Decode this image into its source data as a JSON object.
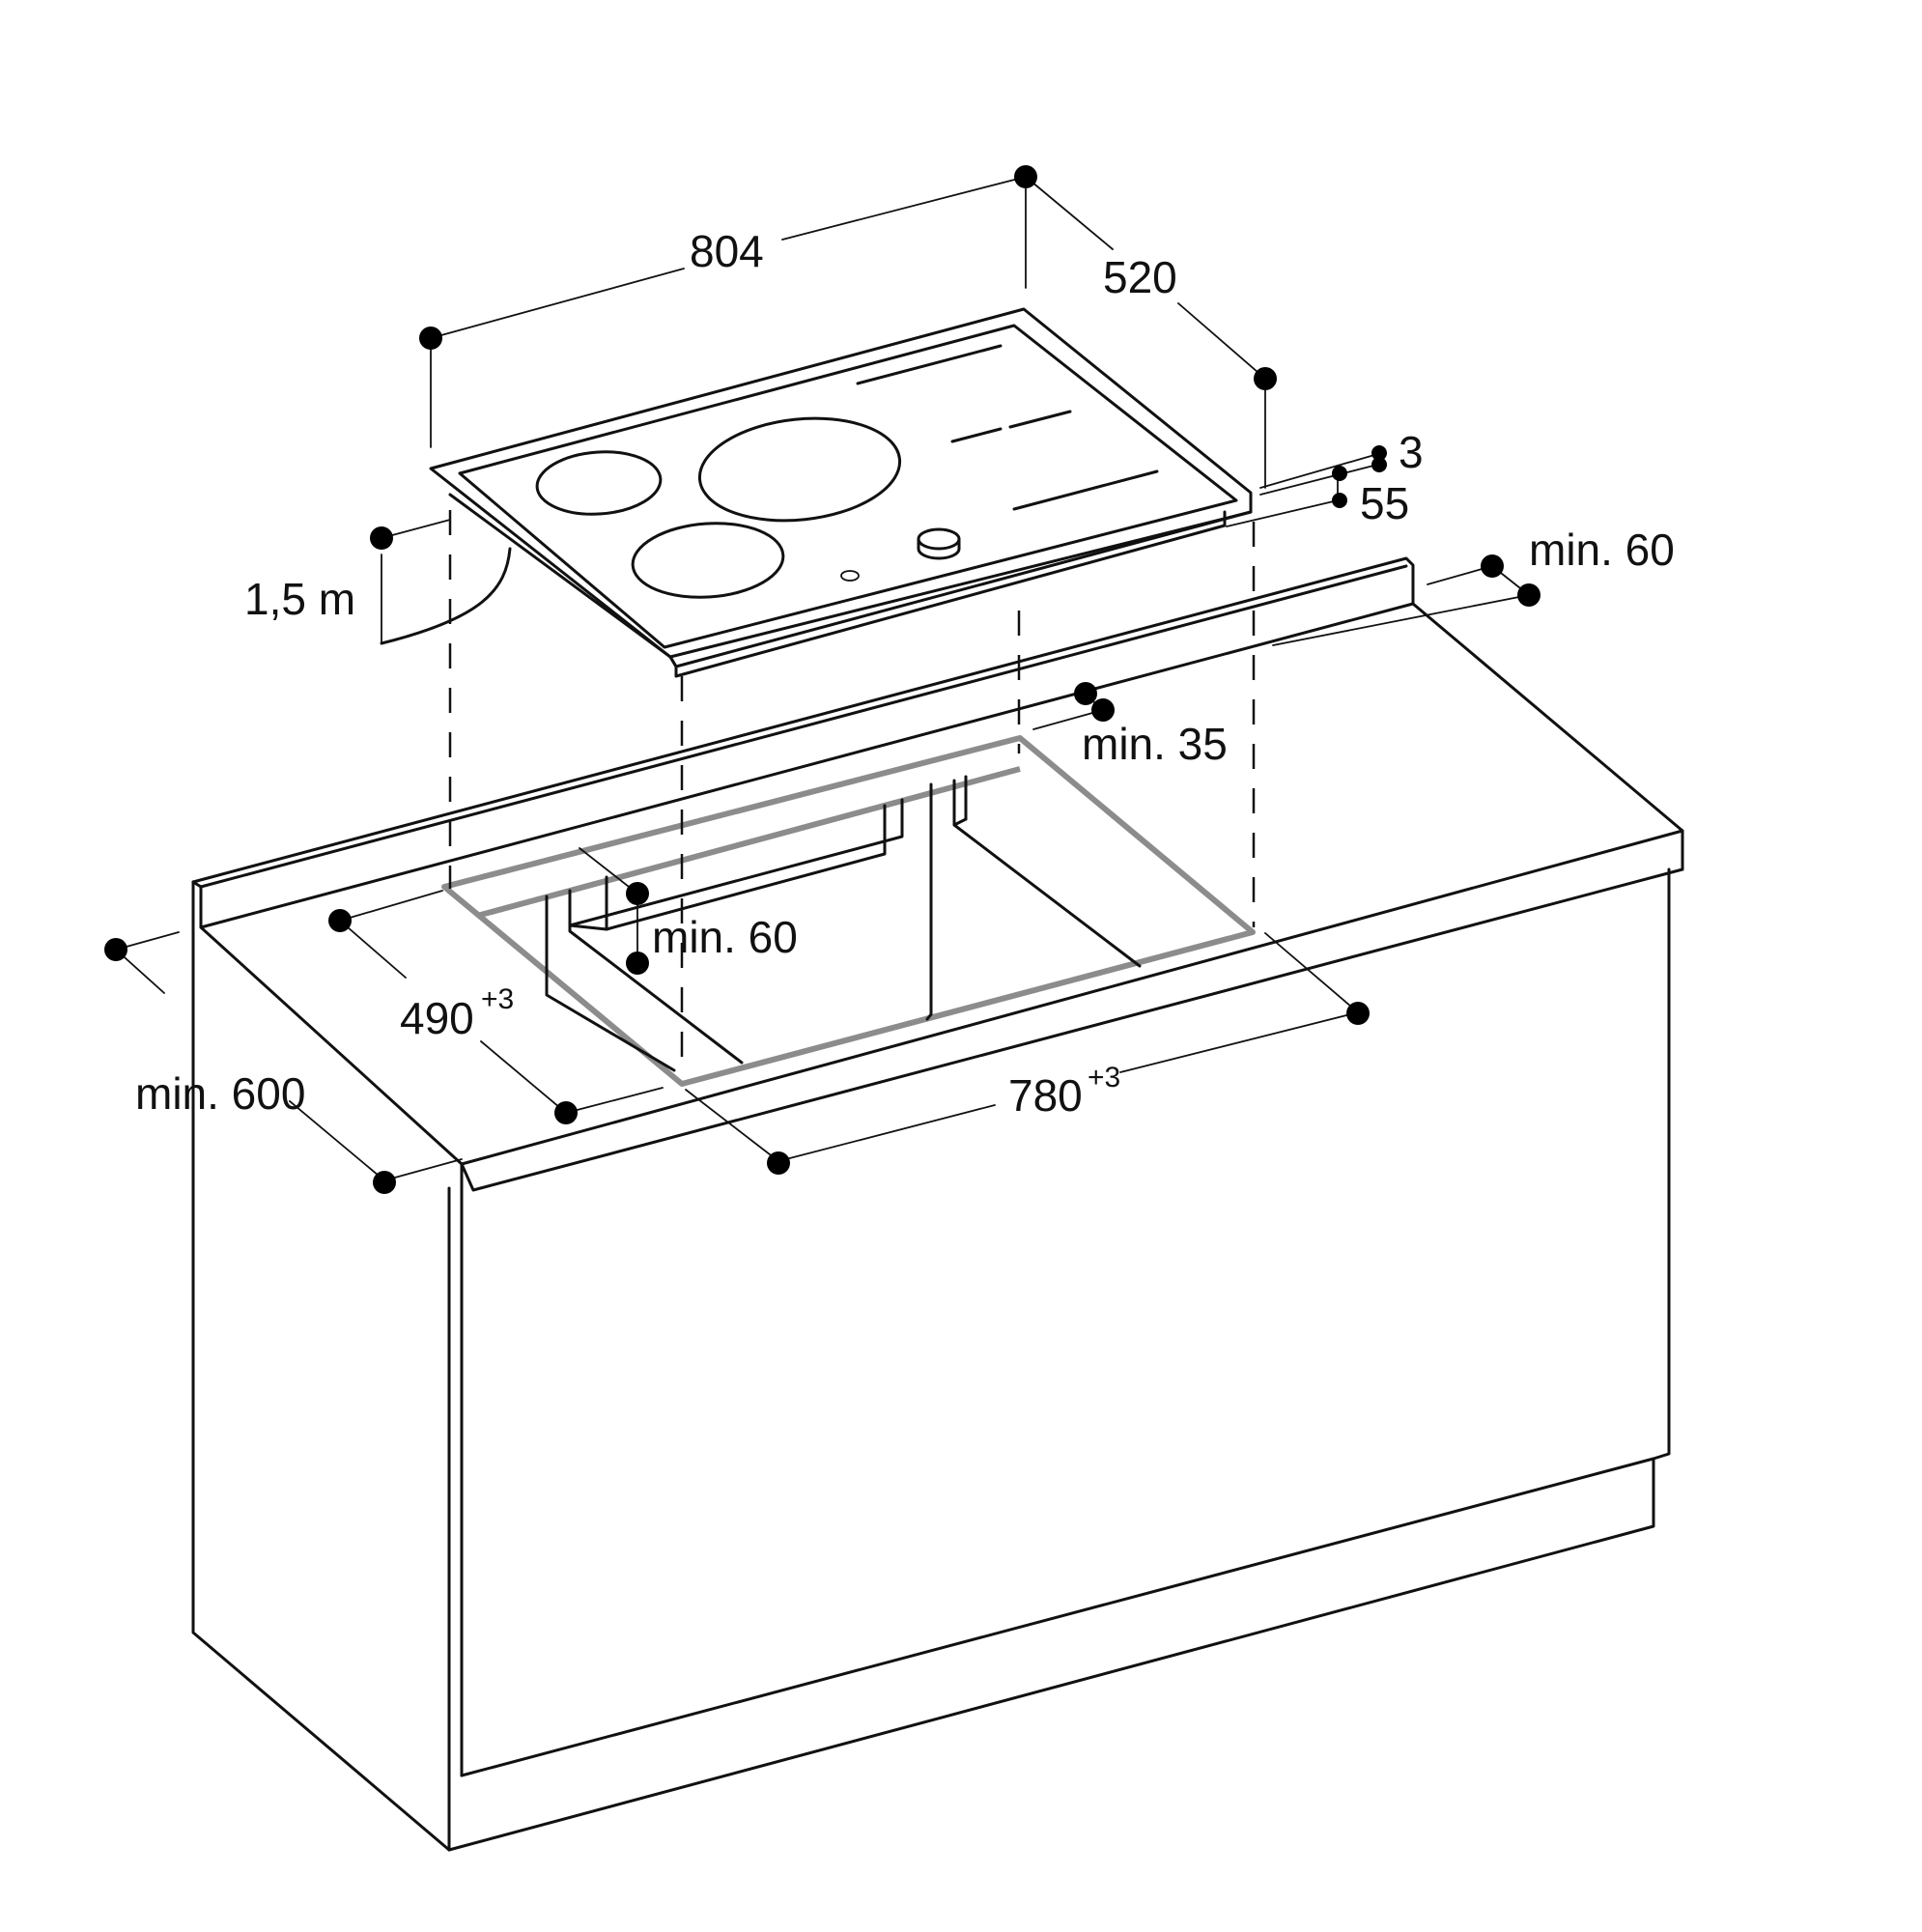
{
  "dimensions": {
    "hob_width": "804",
    "hob_depth": "520",
    "hob_thickness_top": "3",
    "hob_thickness_total": "55",
    "cable_length": "1,5 m",
    "back_wall_distance": "min. 60",
    "front_to_cutout_distance": "min. 35",
    "cutout_depth": "490",
    "cutout_depth_tolerance": "+3",
    "cutout_width": "780",
    "cutout_width_tolerance": "+3",
    "frame_side_distance": "min. 60",
    "worktop_depth": "min. 600"
  },
  "colors": {
    "line": "#111111",
    "cutout": "#8c8c8c",
    "background": "#ffffff"
  }
}
